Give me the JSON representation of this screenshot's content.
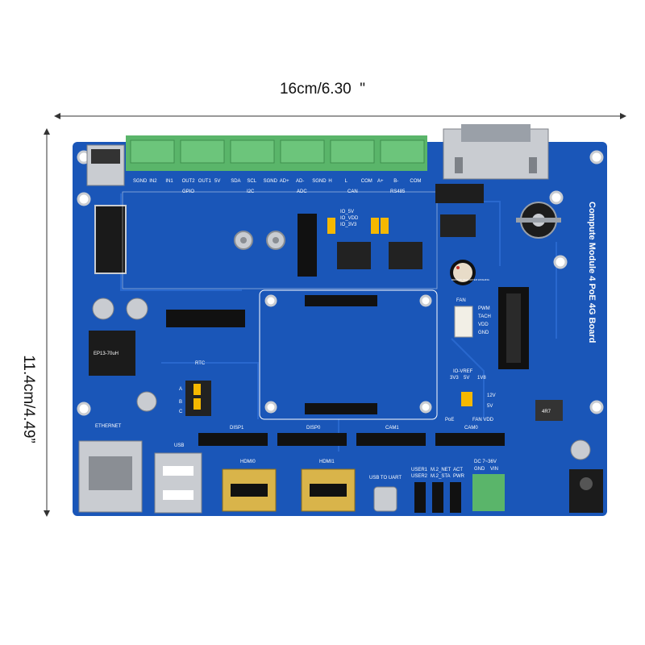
{
  "dimensions": {
    "width_label": "16cm/6.30  \"",
    "height_label": "11.4cm/4.49”"
  },
  "board": {
    "title": "Compute Module 4 PoE 4G Board",
    "colors": {
      "pcb": "#1a56b8",
      "pcb_dark": "#12408f",
      "terminal": "#5ab56a",
      "metal": "#c9ccd1"
    },
    "terminal_labels": [
      "SGND",
      "IN2",
      "IN1",
      "OUT2",
      "OUT1",
      "5V",
      "SDA",
      "SCL",
      "SGND",
      "AD+",
      "AD-",
      "SGND",
      "H",
      "L",
      "COM",
      "A+",
      "B-",
      "COM"
    ],
    "group_labels": {
      "gpio": "GPIO",
      "i2c": "I2C",
      "adc": "ADC",
      "can": "CAN",
      "rs485": "RS485"
    },
    "jumper_labels": [
      "IO_5V",
      "IO_VDD",
      "IO_3V3"
    ],
    "inductor": "EP13-70uH",
    "ports": {
      "ethernet": "ETHERNET",
      "usb": "USB",
      "hdmi0": "HDMI0",
      "hdmi1": "HDMI1",
      "usb_uart": "USB TO UART",
      "disp1": "DISP1",
      "disp0": "DISP0",
      "cam1": "CAM1",
      "cam0": "CAM0",
      "fan": "FAN",
      "dc_in": "DC 7~36V",
      "gnd": "GND",
      "vin": "VIN"
    },
    "leds": [
      "USER1",
      "USER2",
      "M.2_NET",
      "M.2_STA",
      "ACT",
      "PWR"
    ],
    "io_vref": {
      "title": "IO-VREF",
      "options": [
        "3V3",
        "5V",
        "1V8"
      ]
    },
    "poe_labels": [
      "PoE",
      "FAN VDD",
      "12V",
      "5V"
    ],
    "fan_pins": [
      "PWM",
      "TACH",
      "VDD",
      "GND"
    ],
    "buzzer_text": "REMOVE SEAL AFTER WASHING",
    "rtc": "RTC",
    "inductor_small": "4R7",
    "jumper_ab": [
      "A",
      "B",
      "C"
    ]
  }
}
